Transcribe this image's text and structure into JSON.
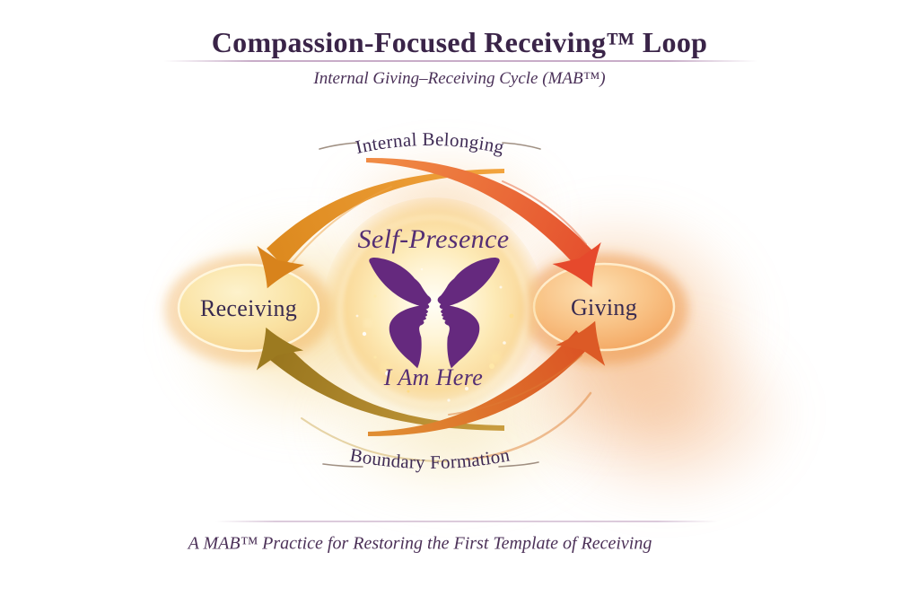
{
  "header": {
    "title": "Compassion-Focused Receiving™ Loop",
    "subtitle": "Internal Giving–Receiving Cycle (MAB™)"
  },
  "diagram": {
    "top_label": "Internal Belonging",
    "bottom_label": "Boundary Formation",
    "left_node_label": "Receiving",
    "right_node_label": "Giving",
    "center_title": "Self-Presence",
    "center_affirmation": "I Am Here",
    "center_icon": "butterfly-twin-faces-icon"
  },
  "footer": {
    "caption": "A MAB™ Practice for Restoring the First Template of Receiving"
  },
  "colors": {
    "text_purple": "#3a2448",
    "center_text_purple": "#542e74",
    "butterfly_purple": "#65297e",
    "arrow_orange": "#f2a43e",
    "arrow_red_orange": "#e5512e",
    "arrow_gold": "#a98427",
    "arrow_bottom_orange": "#db5324",
    "node_gold": "#fae2a2",
    "node_peach": "#f6b97e",
    "glow_gold": "#f3c862",
    "glow_orange": "#f09440"
  }
}
